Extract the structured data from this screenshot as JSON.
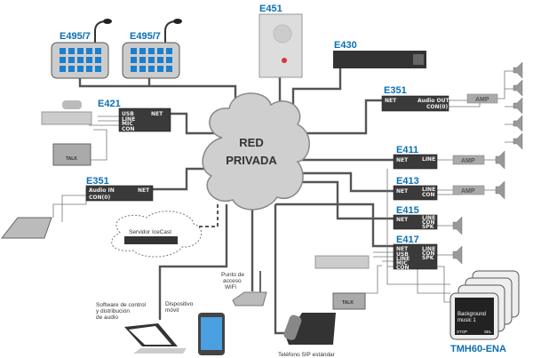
{
  "cloud": {
    "line1": "RED",
    "line2": "PRIVADA"
  },
  "devices": {
    "e495_a": "E495/7",
    "e495_b": "E495/7",
    "e451": "E451",
    "e430": "E430",
    "e421": "E421",
    "e351_left": "E351",
    "e351_right": "E351",
    "e411": "E411",
    "e413": "E413",
    "e415": "E415",
    "e417": "E417",
    "tmh60": "TMH60-ENA"
  },
  "ports": {
    "net": "NET",
    "usb": "USB",
    "line": "LINE",
    "mic": "MIC",
    "con": "CON",
    "spk": "SPK",
    "audio_in": "Audio IN",
    "audio_out": "Audio OUT",
    "con0": "CON(0)",
    "amp": "AMP",
    "talk": "TALK"
  },
  "captions": {
    "icecast": "Servidor IceCast",
    "wifi": [
      "Punto de",
      "acceso",
      "WiFi"
    ],
    "mobile": [
      "Dispositivo",
      "móvil"
    ],
    "software": [
      "Software de control",
      "y distribución",
      "de audio"
    ],
    "sip_phone": "Teléfono SIP estándar",
    "tmh_screen": [
      "Background",
      "music 1"
    ],
    "tmh_stop": "STOP",
    "tmh_sel": "SEL"
  },
  "colors": {
    "accent": "#0a6fb5",
    "device": "#3a3a3a",
    "link": "#555555"
  }
}
